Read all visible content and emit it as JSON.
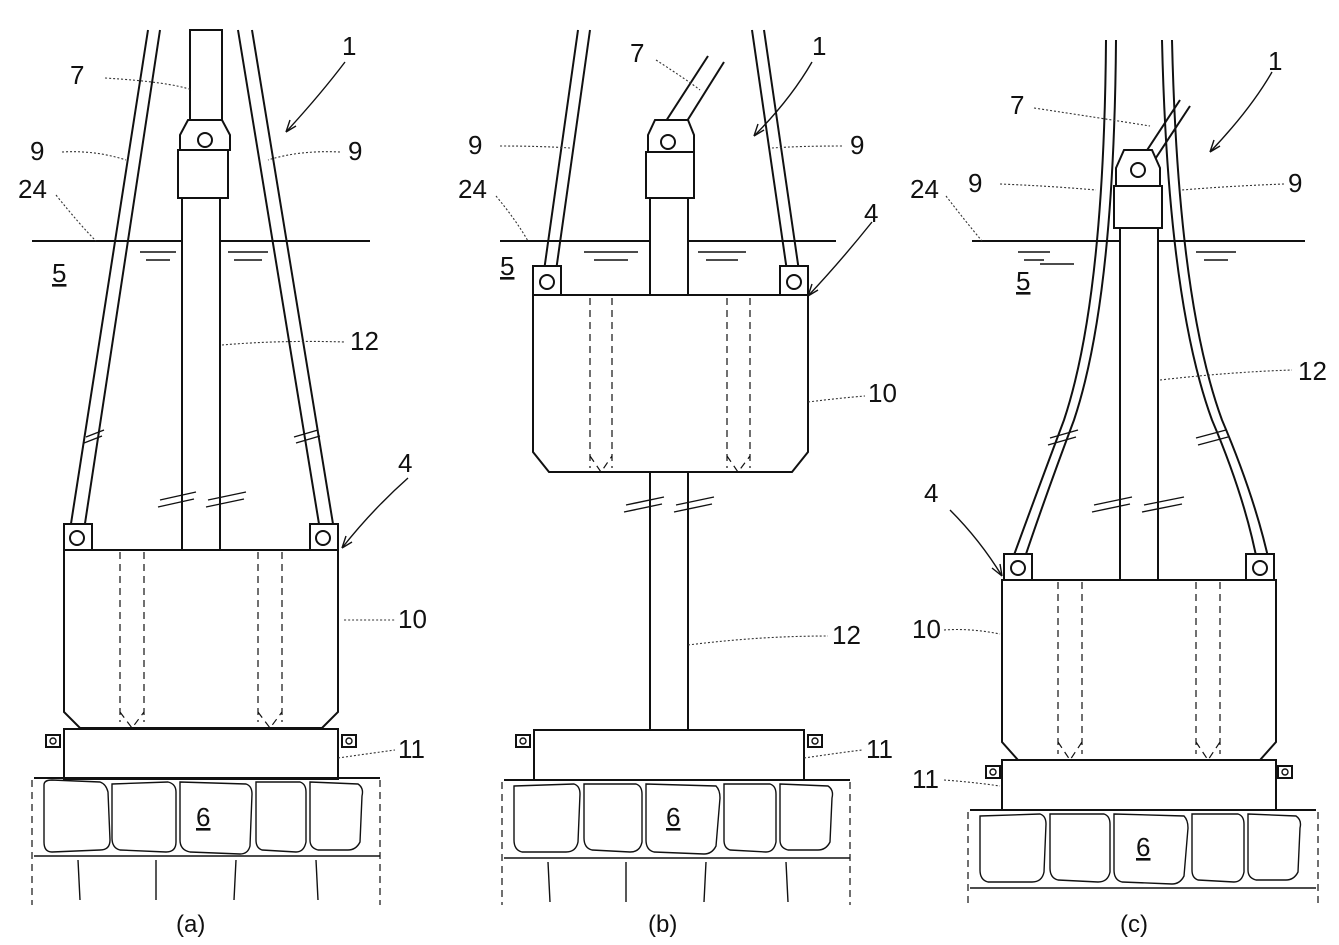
{
  "panels": [
    {
      "caption": "(a)",
      "labels": {
        "rig": "1",
        "pipe": "7",
        "rope_left": "9",
        "rope_right": "9",
        "water_line": "24",
        "water": "5",
        "frame": "4",
        "tube": "12",
        "bag": "10",
        "base": "11",
        "seabed": "6"
      }
    },
    {
      "caption": "(b)",
      "labels": {
        "rig": "1",
        "pipe": "7",
        "rope_left": "9",
        "rope_right": "9",
        "water_line": "24",
        "water": "5",
        "frame": "4",
        "tube": "12",
        "bag": "10",
        "base": "11",
        "seabed": "6"
      }
    },
    {
      "caption": "(c)",
      "labels": {
        "rig": "1",
        "pipe": "7",
        "rope_left": "9",
        "rope_right": "9",
        "water_line": "24",
        "water": "5",
        "frame": "4",
        "tube": "12",
        "bag": "10",
        "base": "11",
        "seabed": "6"
      }
    }
  ]
}
